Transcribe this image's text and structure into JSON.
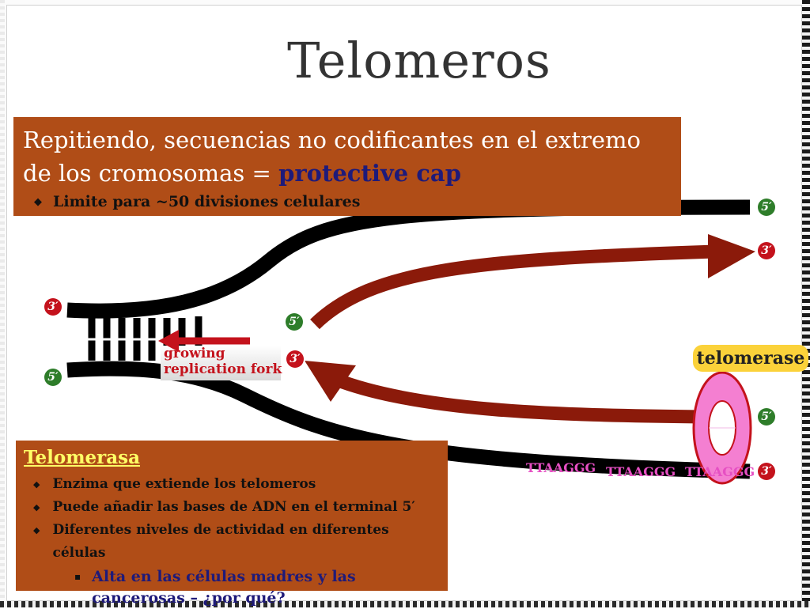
{
  "slide": {
    "title": "Telomeros"
  },
  "top_box": {
    "text_main": "Repitiendo, secuencias no codificantes en el extremo de los cromosomas = ",
    "text_highlight": "protective cap",
    "bullet": "Limite para  ~50 divisiones celulares"
  },
  "bottom_box": {
    "heading": "Telomerasa",
    "bullets": [
      "Enzima que extiende los telomeros",
      "Puede añadir las bases de ADN en el terminal 5′",
      "Diferentes niveles de actividad en diferentes células"
    ],
    "sub_bullet": "Alta en las células madres y las cancerosas – ¿por qué?"
  },
  "diagram": {
    "fork_label_line1": "growing",
    "fork_label_line2": "replication fork",
    "telomerase_label": "telomerase",
    "sequences": [
      "TTAAGGG",
      "TTAAGGG",
      "TTAAGGG"
    ],
    "ends": {
      "top_right_5": "5′",
      "top_right_3": "3′",
      "left_3": "3′",
      "left_5": "5′",
      "mid_5": "5′",
      "mid_3": "3′",
      "bottom_right_5": "5′",
      "bottom_right_3": "3′"
    }
  },
  "colors": {
    "box_bg": "#b04d17",
    "highlight_text": "#1e1a7a",
    "heading_yellow": "#ffff66",
    "strand_black": "#000000",
    "strand_red": "#8b1a0a",
    "badge_red": "#c4121c",
    "badge_green": "#2e7d2a",
    "telomerase_pink": "#f47fd1",
    "label_yellow": "#fbd23a",
    "sequence_pink": "#e64fc3"
  }
}
